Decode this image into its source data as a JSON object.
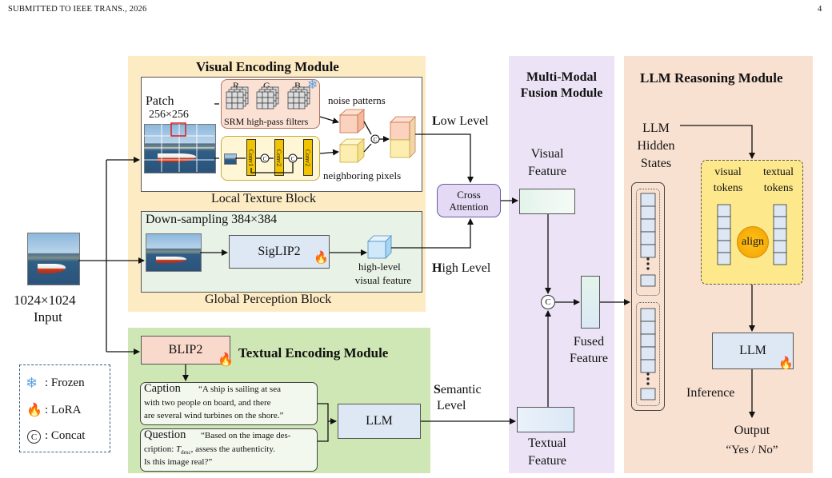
{
  "header": {
    "left": "SUBMITTED TO IEEE TRANS., 2026",
    "page": "4"
  },
  "visual_module": {
    "title": "Visual Encoding Module",
    "patch_label": "Patch",
    "patch_size": "256×256",
    "channels": [
      "R",
      "G",
      "B"
    ],
    "srm_label": "SRM high-pass filters",
    "noise_label": "noise patterns",
    "neighbor_label": "neighboring pixels",
    "conv_labels": [
      "Conv1",
      "Conv2",
      "Conv2"
    ],
    "local_block": "Local Texture Block",
    "downsample_label": "Down-sampling 384×384",
    "siglip": "SigLIP2",
    "highlevel_feature": [
      "high-level",
      "visual feature"
    ],
    "global_block": "Global Perception Block"
  },
  "input": {
    "size": "1024×1024",
    "label": "Input"
  },
  "levels": {
    "low_initial": "L",
    "low_rest": "ow Level",
    "high_initial": "H",
    "high_rest": "igh Level",
    "semantic_initial": "S",
    "semantic_rest": "emantic",
    "semantic_line2": "Level"
  },
  "fusion_module": {
    "title_line1": "Multi-Modal",
    "title_line2": "Fusion Module",
    "visual_feature": [
      "Visual",
      "Feature"
    ],
    "cross_attention": [
      "Cross",
      "Attention"
    ],
    "fused_feature": [
      "Fused",
      "Feature"
    ],
    "textual_feature": [
      "Textual",
      "Feature"
    ],
    "concat": "C"
  },
  "textual_module": {
    "title": "Textual Encoding Module",
    "blip": "BLIP2",
    "caption_label": "Caption",
    "caption_text": [
      "“A ship is sailing at sea",
      "with two people on board, and there",
      "are several wind turbines on the shore.”"
    ],
    "question_label": "Question",
    "question_text": [
      "“Based on the image des-",
      "cription: ",
      "T",
      "desc",
      ", assess the authenticity.",
      "Is this image real?”"
    ],
    "llm": "LLM"
  },
  "llm_module": {
    "title": "LLM Reasoning Module",
    "hidden_states": [
      "LLM",
      "Hidden",
      "States"
    ],
    "visual_tokens": [
      "visual",
      "tokens"
    ],
    "textual_tokens": [
      "textual",
      "tokens"
    ],
    "align": "align",
    "llm": "LLM",
    "inference": "Inference",
    "output_label": "Output",
    "output_value": "“Yes / No”"
  },
  "legend": {
    "frozen": ": Frozen",
    "lora": ": LoRA",
    "concat": ": Concat",
    "concat_symbol": "C"
  },
  "colors": {
    "visual_panel": "#fdebc4",
    "fusion_panel": "#ece4f6",
    "llm_panel": "#f9e1d2",
    "textual_panel": "#cfe7b4",
    "box_blue": "#dde8f4",
    "conv_yellow": "#f2c400"
  }
}
